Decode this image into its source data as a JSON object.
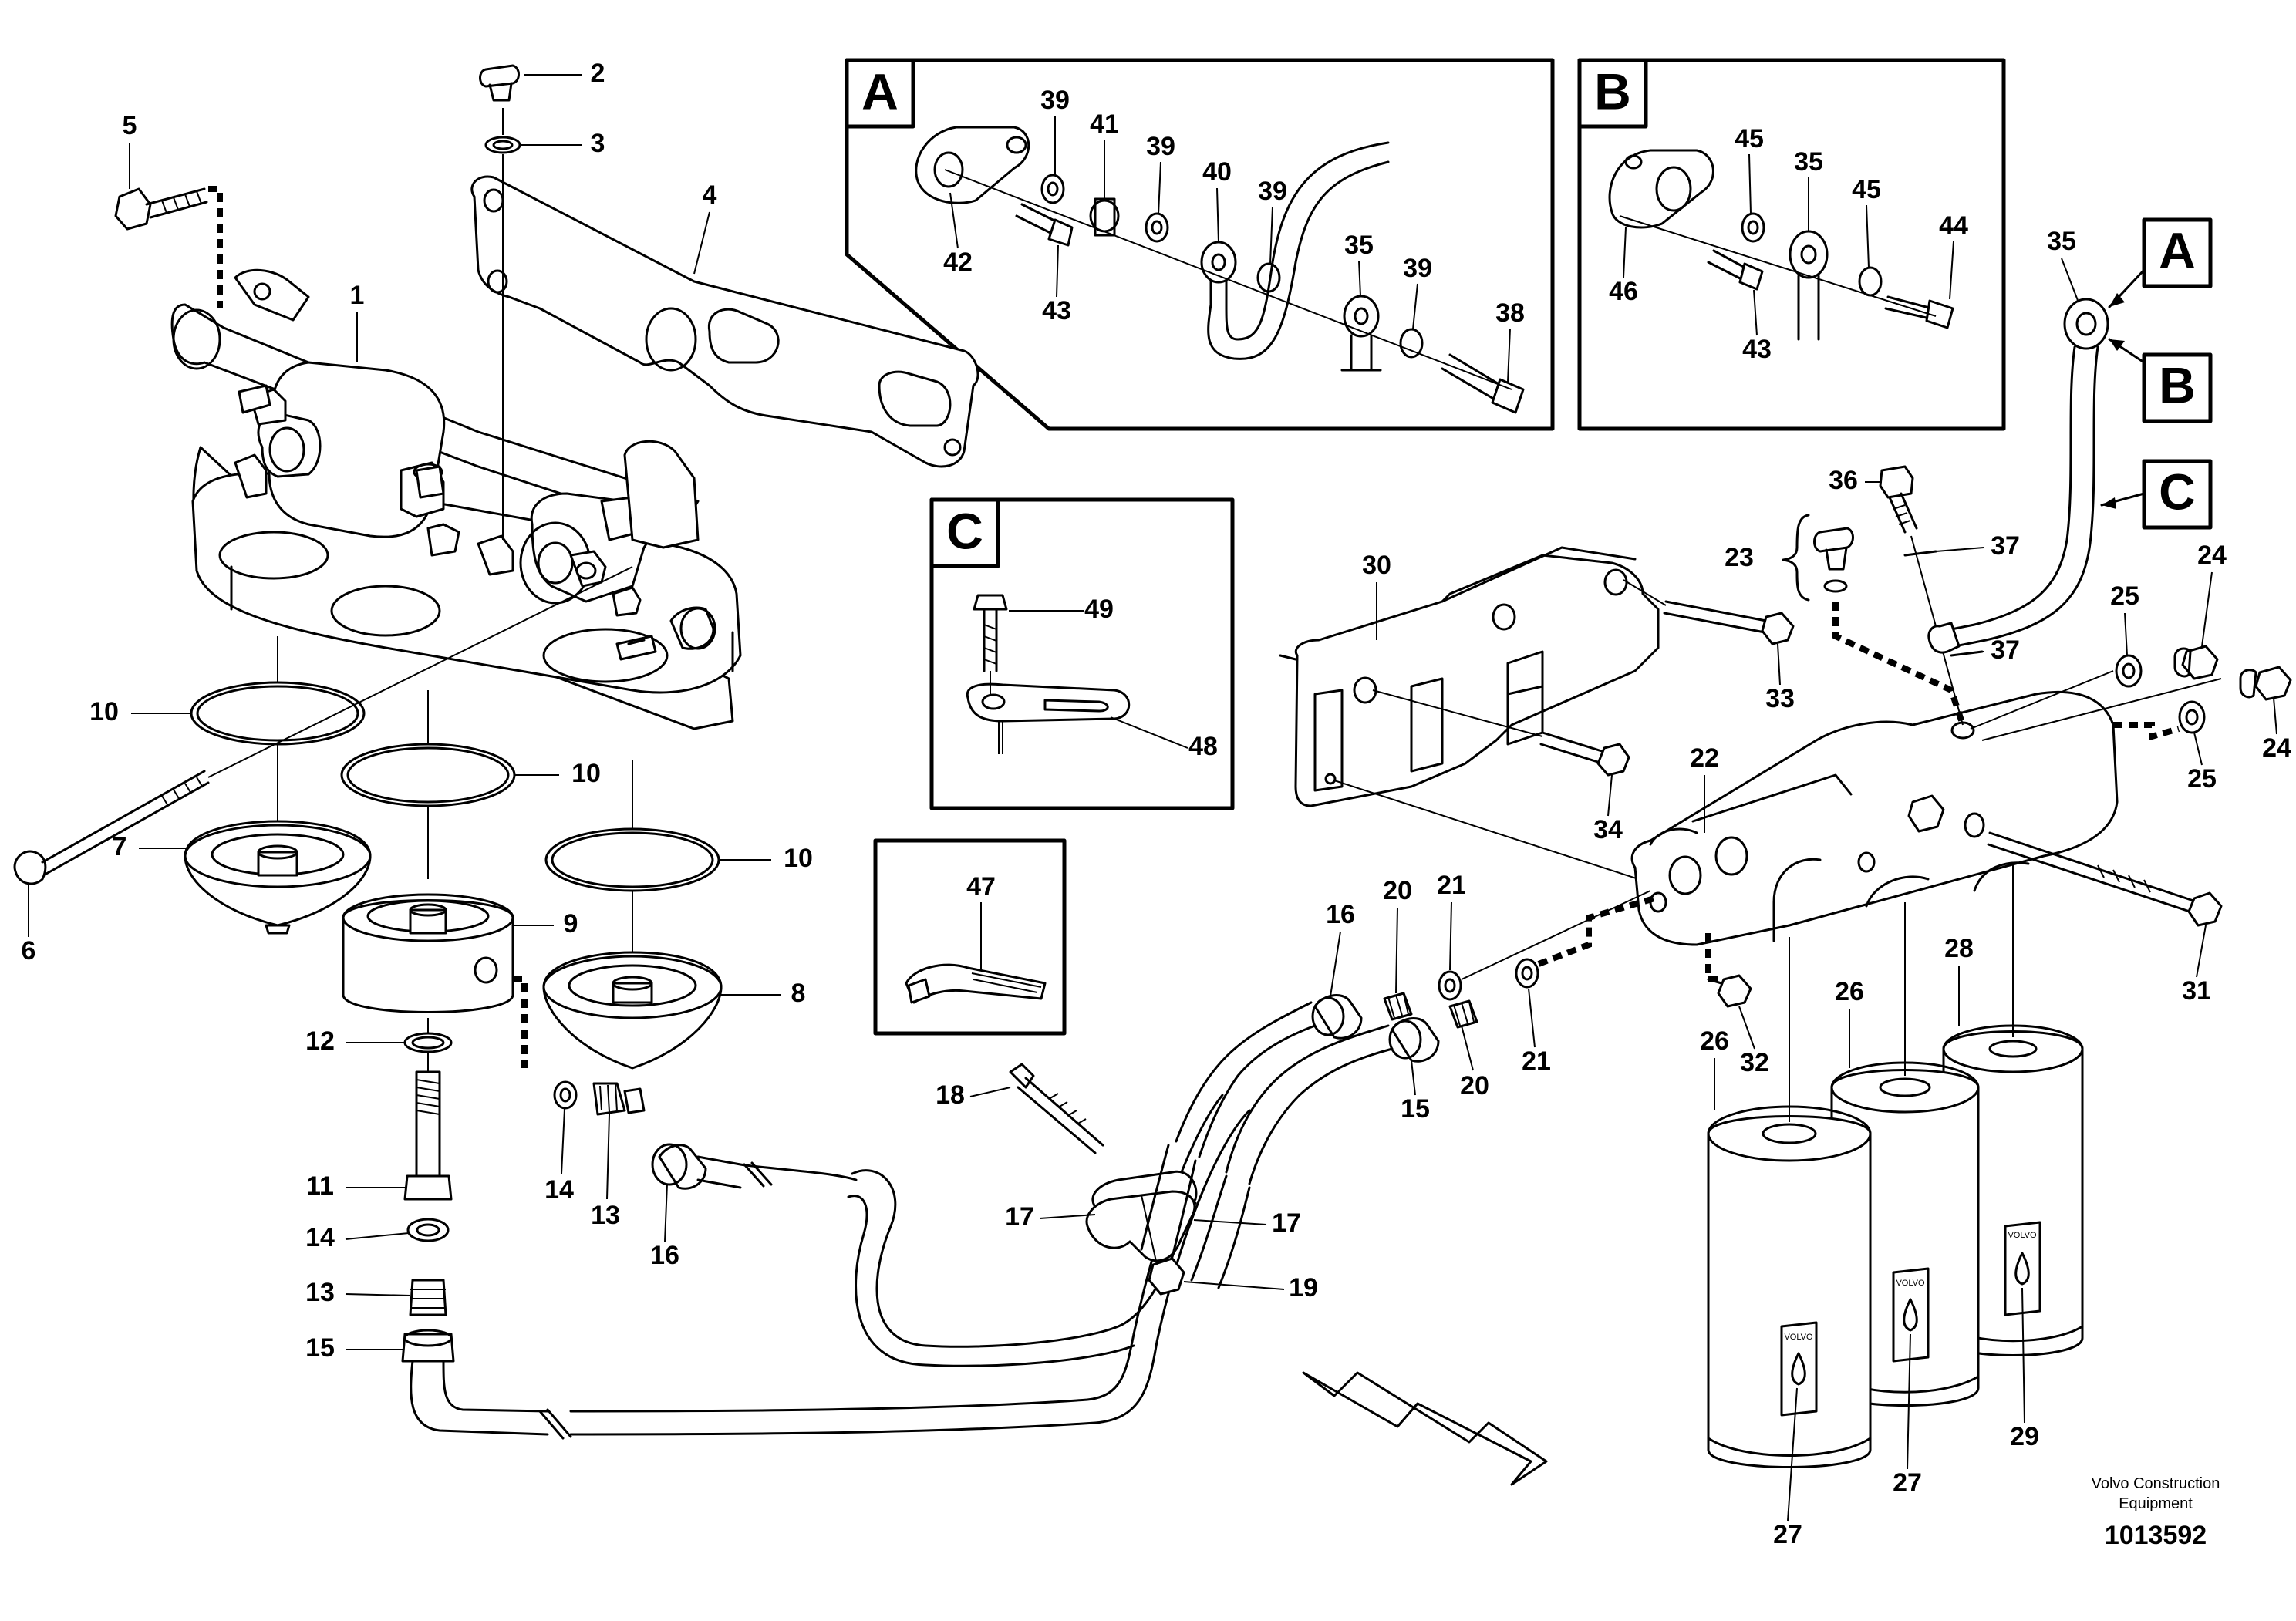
{
  "callouts": {
    "c1": "1",
    "c2": "2",
    "c3": "3",
    "c4": "4",
    "c5": "5",
    "c6": "6",
    "c7": "7",
    "c8": "8",
    "c9": "9",
    "c10": "10",
    "c11": "11",
    "c12": "12",
    "c13": "13",
    "c14": "14",
    "c15": "15",
    "c16": "16",
    "c17": "17",
    "c18": "18",
    "c19": "19",
    "c20": "20",
    "c21": "21",
    "c22": "22",
    "c23": "23",
    "c24": "24",
    "c25": "25",
    "c26": "26",
    "c27": "27",
    "c28": "28",
    "c29": "29",
    "c30": "30",
    "c31": "31",
    "c32": "32",
    "c33": "33",
    "c34": "34",
    "c35": "35",
    "c36": "36",
    "c37": "37",
    "c38": "38",
    "c39": "39",
    "c40": "40",
    "c41": "41",
    "c42": "42",
    "c43": "43",
    "c44": "44",
    "c45": "45",
    "c46": "46",
    "c47": "47",
    "c48": "48",
    "c49": "49"
  },
  "detail_boxes": {
    "a": "A",
    "b": "B",
    "c": "C"
  },
  "filter_brand": "VOLVO",
  "footer": {
    "line1": "Volvo Construction",
    "line2": "Equipment",
    "drawing_number": "1013592"
  }
}
